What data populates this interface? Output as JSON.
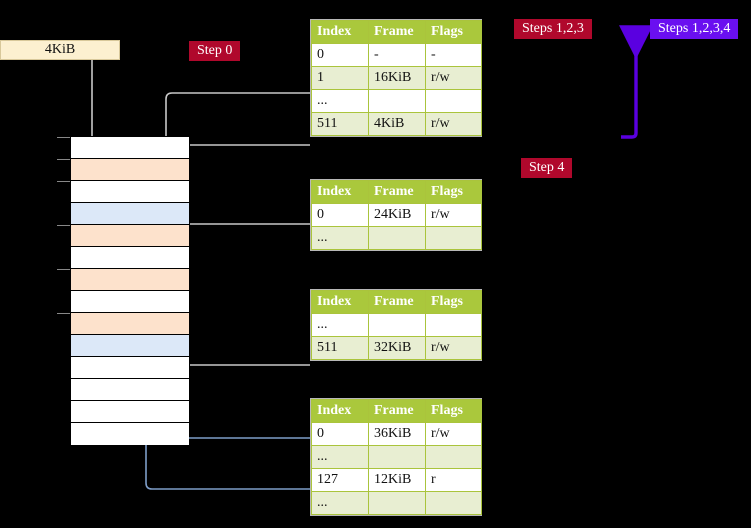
{
  "diagram": {
    "title_badges": {
      "step0": "Step 0",
      "steps123": "Steps 1,2,3",
      "steps1234": "Steps 1,2,3,4",
      "step4": "Step 4"
    },
    "page_size_box": "4KiB",
    "colors": {
      "table_header": "#aac83c",
      "table_alt_row": "#e8eed2",
      "highlight_cell": "#ffffb0",
      "badge_red": "#b0082c",
      "badge_purple": "#6a0ff0",
      "grid_orange": "#fde2cc",
      "grid_blue": "#dce8f8",
      "connector_gray": "#c8c8c8",
      "connector_blue": "#7e9dc8",
      "page_box_fill": "#fcf0d0"
    }
  },
  "tables": [
    {
      "id": "pml4",
      "columns": [
        "Index",
        "Frame",
        "Flags"
      ],
      "rows": [
        {
          "cells": [
            "0",
            "-",
            "-"
          ],
          "alt": false,
          "highlight": false
        },
        {
          "cells": [
            "1",
            "16KiB",
            "r/w"
          ],
          "alt": true,
          "highlight": false
        },
        {
          "cells": [
            "...",
            "",
            ""
          ],
          "alt": false,
          "highlight": false
        },
        {
          "cells": [
            "511",
            "4KiB",
            "r/w"
          ],
          "alt": true,
          "highlight": true
        }
      ]
    },
    {
      "id": "pdp",
      "columns": [
        "Index",
        "Frame",
        "Flags"
      ],
      "rows": [
        {
          "cells": [
            "0",
            "24KiB",
            "r/w"
          ],
          "alt": false,
          "highlight": false
        },
        {
          "cells": [
            "...",
            "",
            ""
          ],
          "alt": true,
          "highlight": false
        }
      ]
    },
    {
      "id": "pd",
      "columns": [
        "Index",
        "Frame",
        "Flags"
      ],
      "rows": [
        {
          "cells": [
            "...",
            "",
            ""
          ],
          "alt": false,
          "highlight": false
        },
        {
          "cells": [
            "511",
            "32KiB",
            "r/w"
          ],
          "alt": true,
          "highlight": false
        }
      ]
    },
    {
      "id": "pt",
      "columns": [
        "Index",
        "Frame",
        "Flags"
      ],
      "rows": [
        {
          "cells": [
            "0",
            "36KiB",
            "r/w"
          ],
          "alt": false,
          "highlight": false
        },
        {
          "cells": [
            "...",
            "",
            ""
          ],
          "alt": true,
          "highlight": false
        },
        {
          "cells": [
            "127",
            "12KiB",
            "r"
          ],
          "alt": false,
          "highlight": false
        },
        {
          "cells": [
            "...",
            "",
            ""
          ],
          "alt": true,
          "highlight": false
        }
      ]
    }
  ],
  "memory_grid": {
    "rows": [
      {
        "fill": "white",
        "tick": true
      },
      {
        "fill": "orange",
        "tick": true
      },
      {
        "fill": "white",
        "tick": true
      },
      {
        "fill": "blue",
        "tick": false
      },
      {
        "fill": "orange",
        "tick": true
      },
      {
        "fill": "white",
        "tick": false
      },
      {
        "fill": "orange",
        "tick": true
      },
      {
        "fill": "white",
        "tick": false
      },
      {
        "fill": "orange",
        "tick": true
      },
      {
        "fill": "blue",
        "tick": false
      },
      {
        "fill": "white",
        "tick": false
      },
      {
        "fill": "white",
        "tick": false
      },
      {
        "fill": "white",
        "tick": false
      },
      {
        "fill": "white",
        "tick": false
      }
    ]
  }
}
